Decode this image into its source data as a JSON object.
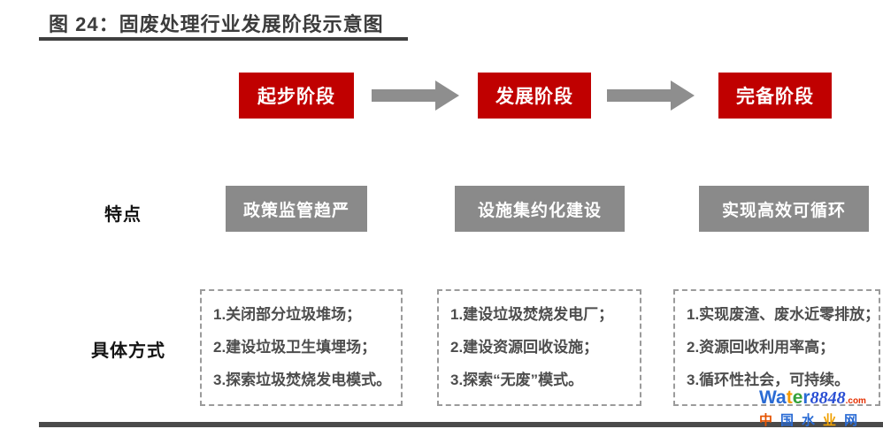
{
  "figure": {
    "title": "图 24：固废处理行业发展阶段示意图"
  },
  "row_labels": {
    "features": "特点",
    "methods": "具体方式"
  },
  "stages": [
    {
      "label": "起步阶段",
      "feature": "政策监管趋严",
      "methods": [
        "1.关闭部分垃圾堆场；",
        "2.建设垃圾卫生填埋场；",
        "3.探索垃圾焚烧发电模式。"
      ]
    },
    {
      "label": "发展阶段",
      "feature": "设施集约化建设",
      "methods": [
        "1.建设垃圾焚烧发电厂；",
        "2.建设资源回收设施；",
        "3.探索“无废”模式。"
      ]
    },
    {
      "label": "完备阶段",
      "feature": "实现高效可循环",
      "methods": [
        "1.实现废渣、废水近零排放；",
        "2.资源回收利用率高；",
        "3.循环性社会，可持续。"
      ]
    }
  ],
  "colors": {
    "stage_box": "#c00000",
    "feature_box": "#8a8a8a",
    "arrow": "#8e8e8e",
    "title_text": "#3c3c3c",
    "rule": "#4a4a4a"
  },
  "watermark": {
    "brand": [
      {
        "ch": "W",
        "color": "#2a6bd4"
      },
      {
        "ch": "a",
        "color": "#2a6bd4"
      },
      {
        "ch": "t",
        "color": "#f59a00"
      },
      {
        "ch": "e",
        "color": "#35a23a"
      },
      {
        "ch": "r",
        "color": "#2a6bd4"
      }
    ],
    "number": {
      "ch": "8848",
      "color": "#2a4fd4"
    },
    "tld": {
      "ch": ".com",
      "color": "#e53000"
    },
    "site_name": [
      {
        "ch": "中",
        "color": "#e55300"
      },
      {
        "ch": "国",
        "color": "#2a6bd4"
      },
      {
        "ch": "水",
        "color": "#2a6bd4"
      },
      {
        "ch": "业",
        "color": "#f0a000"
      },
      {
        "ch": "网",
        "color": "#2a6bd4"
      }
    ]
  }
}
